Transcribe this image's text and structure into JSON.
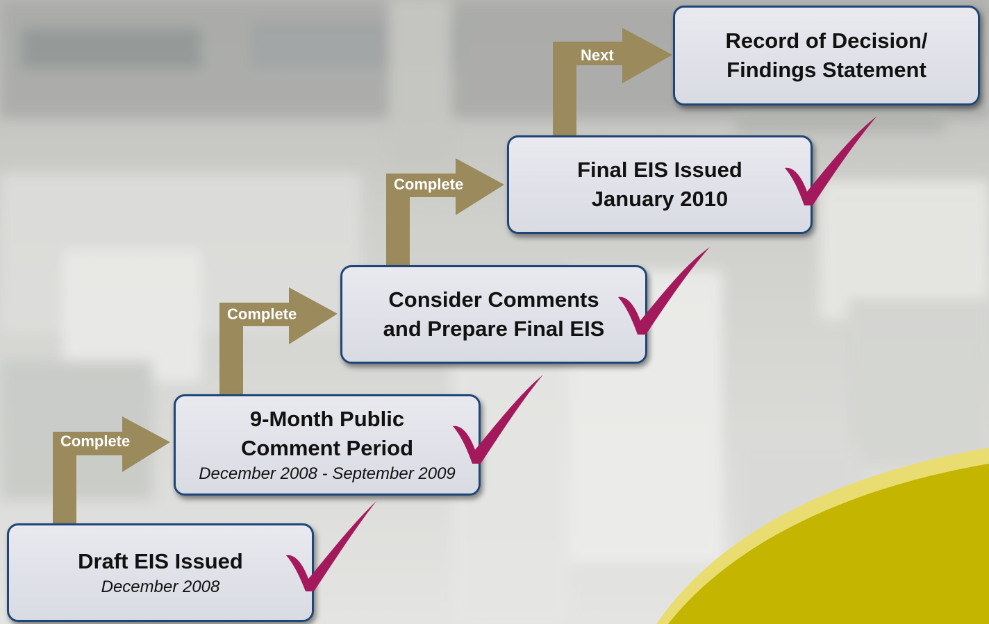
{
  "steps": [
    {
      "title": "Draft EIS Issued",
      "subtitle": "December 2008",
      "checked": true
    },
    {
      "title_line1": "9-Month Public",
      "title_line2": "Comment Period",
      "subtitle": "December 2008 - September 2009",
      "checked": true
    },
    {
      "title_line1": "Consider Comments",
      "title_line2": "and Prepare Final EIS",
      "checked": true
    },
    {
      "title_line1": "Final EIS Issued",
      "title_line2": "January 2010",
      "checked": true
    },
    {
      "title_line1": "Record of Decision/",
      "title_line2": "Findings Statement",
      "checked": false
    }
  ],
  "connectors": [
    {
      "label": "Complete"
    },
    {
      "label": "Complete"
    },
    {
      "label": "Complete"
    },
    {
      "label": "Next"
    }
  ],
  "colors": {
    "arrow": "#9b8a5b",
    "check": "#a3195b",
    "box_border": "#1f4677",
    "accent": "#c3b500"
  }
}
